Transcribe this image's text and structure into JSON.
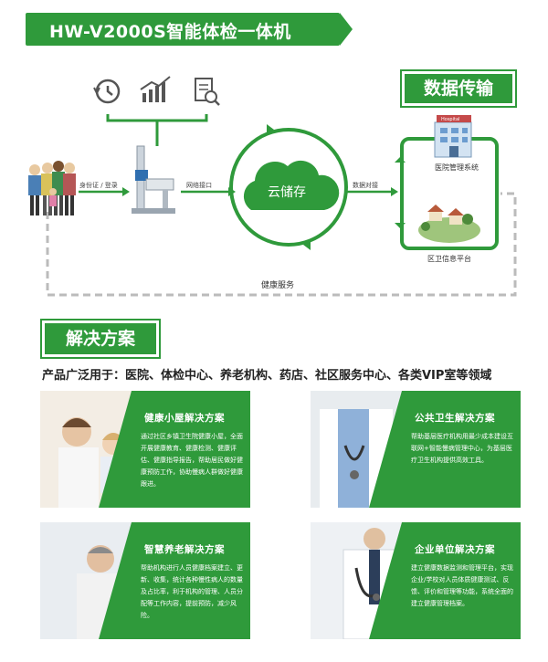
{
  "header": {
    "title": "HW-V2000S智能体检一体机"
  },
  "transfer_tab": "数据传输",
  "flow": {
    "id_login": "身份证 / 登录",
    "network_port": "网络接口",
    "cloud": "云储存",
    "data_sync": "数据对接",
    "hospital_system": "医院管理系统",
    "district_platform": "区卫信息平台",
    "health_service": "健康服务",
    "hospital_sign": "Hospital",
    "icons": [
      "history-icon",
      "trend-chart-icon",
      "report-search-icon"
    ]
  },
  "solution_tab": "解决方案",
  "usage": "产品广泛用于：医院、体检中心、养老机构、药店、社区服务中心、各类VIP室等领域",
  "cards": [
    {
      "title": "健康小屋解决方案",
      "desc": "通过社区乡镇卫生院健康小屋，全面开展健康教育、健康检测、健康评估、健康指导报告，帮助居民做好健康预防工作，协助慢病人群做好健康跟进。"
    },
    {
      "title": "公共卫生解决方案",
      "desc": "帮助基层医疗机构用最少成本建设互联网+智能慢病管理中心，为基层医疗卫生机构提供高效工具。"
    },
    {
      "title": "智慧养老解决方案",
      "desc": "帮助机构进行人员健康档案建立、更新、收集，统计各种慢性病人的数量及占比率，利于机构的管理、人员分配等工作内容，提前预防，减少风险。"
    },
    {
      "title": "企业单位解决方案",
      "desc": "建立健康数据监测和管理平台，实现企业/学校对人员体质健康测试、反馈、评价和管理等功能，系统全面的建立健康管理档案。"
    }
  ],
  "colors": {
    "brand_green": "#2f9a3b",
    "dashed_grey": "#bbbbbb"
  }
}
